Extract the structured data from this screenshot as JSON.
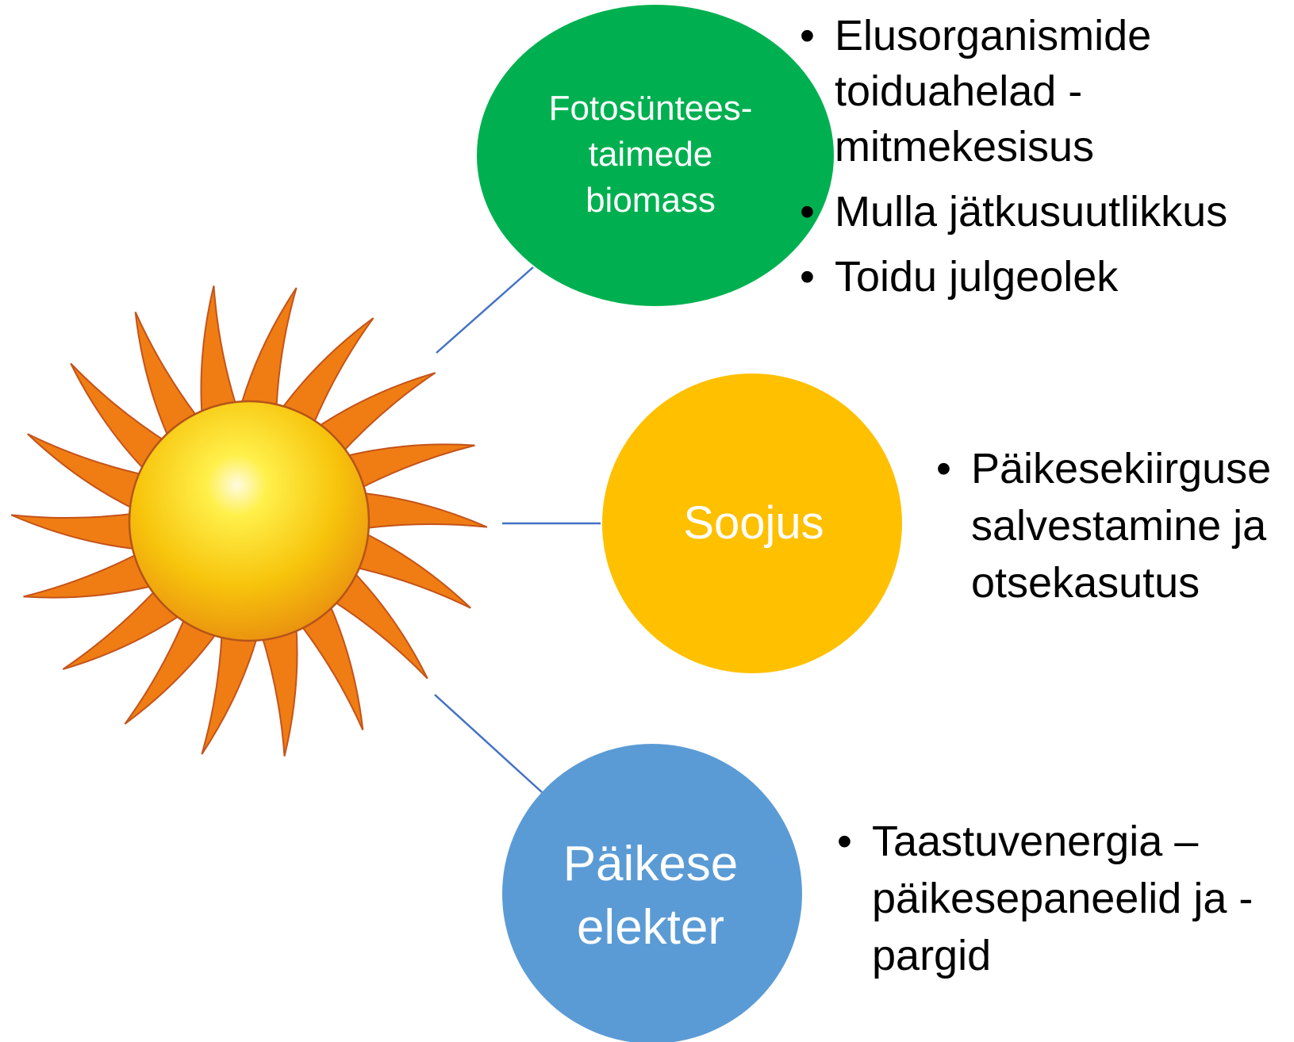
{
  "colors": {
    "photosynthesis_circle": "#00B050",
    "heat_circle": "#FFC000",
    "electricity_circle": "#5B9BD5",
    "connector_line": "#4472C4",
    "sun_core": "#F5C518",
    "sun_rays": "#EF7D13"
  },
  "nodes": {
    "photosynthesis": {
      "label": "Fotosüntees-\ntaimede\nbiomass",
      "bullets": [
        "Elusorganismide toiduahelad - mitmekesisus",
        "Mulla jätkusuutlikkus",
        "Toidu julgeolek"
      ]
    },
    "heat": {
      "label": "Soojus",
      "bullets": [
        "Päikesekiirguse salvestamine ja otsekasutus"
      ]
    },
    "electricity": {
      "label": "Päikese\nelekter",
      "bullets": [
        "Taastuvenergia – päikesepaneelid ja -pargid"
      ]
    }
  }
}
